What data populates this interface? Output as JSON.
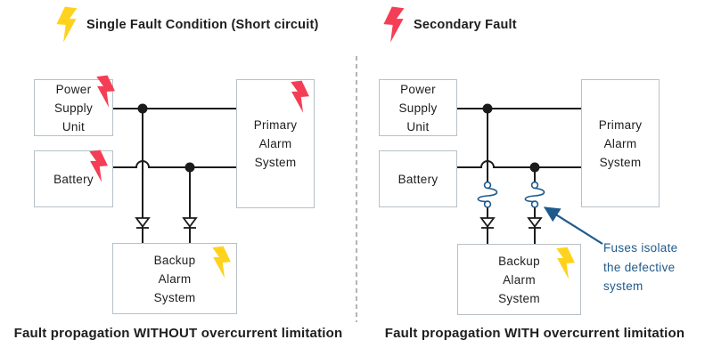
{
  "colors": {
    "red_bolt": "#f43e56",
    "yellow_bolt": "#ffd21e",
    "wire": "#1b1b1b",
    "box_border": "#b7c1c7",
    "blue": "#1f5a8c",
    "divider": "#8f9499",
    "text": "#1d1d1d",
    "bg": "#ffffff"
  },
  "legends": [
    {
      "label": "Single Fault Condition (Short circuit)",
      "bolt": "yellow"
    },
    {
      "label": "Secondary Fault",
      "bolt": "red"
    }
  ],
  "icons": {
    "yellow_bolt": "lightning-bolt-yellow",
    "red_bolt": "lightning-bolt-red"
  },
  "diagrams": [
    {
      "caption": "Fault propagation WITHOUT overcurrent limitation",
      "boxes": {
        "psu": {
          "label": "Power\nSupply\nUnit",
          "fault": "red"
        },
        "battery": {
          "label": "Battery",
          "fault": "red"
        },
        "primary": {
          "label": "Primary\nAlarm\nSystem",
          "fault": "red"
        },
        "backup": {
          "label": "Backup\nAlarm\nSystem",
          "fault": "yellow"
        }
      },
      "has_fuses": false
    },
    {
      "caption": "Fault propagation WITH overcurrent limitation",
      "boxes": {
        "psu": {
          "label": "Power\nSupply\nUnit",
          "fault": null
        },
        "battery": {
          "label": "Battery",
          "fault": null
        },
        "primary": {
          "label": "Primary\nAlarm\nSystem",
          "fault": null
        },
        "backup": {
          "label": "Backup\nAlarm\nSystem",
          "fault": "yellow"
        }
      },
      "has_fuses": true,
      "annotation": "Fuses isolate\nthe defective\nsystem"
    }
  ]
}
